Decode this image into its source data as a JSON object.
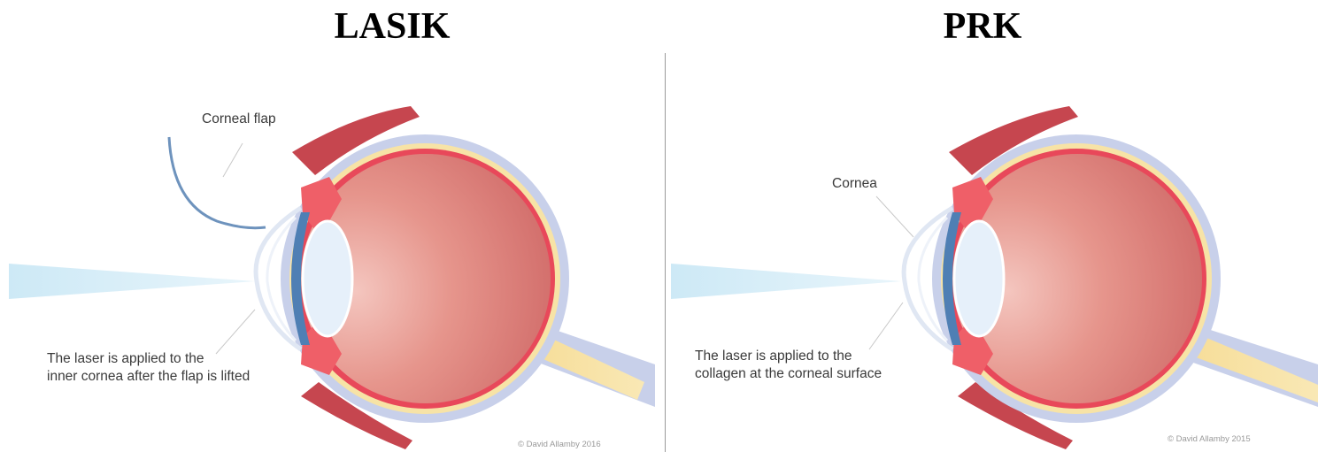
{
  "panels": [
    {
      "title": "LASIK",
      "labels": {
        "flap": "Corneal flap",
        "laser_line1": "The laser is applied to the",
        "laser_line2": "inner cornea after the flap is lifted"
      },
      "credit": "© David Allamby 2016"
    },
    {
      "title": "PRK",
      "labels": {
        "cornea": "Cornea",
        "laser_line1": "The laser is applied to the",
        "laser_line2": "collagen at the corneal surface"
      },
      "credit": "© David Allamby 2015"
    }
  ],
  "colors": {
    "eyeball": "#e0827a",
    "sclera_outer": "#c8d0ea",
    "yellow_layer": "#f7e3a6",
    "red_layer": "#e8485a",
    "muscle": "#c4454d",
    "lens": "#e6f0fa",
    "cornea_blue": "#4f7fb4",
    "flap_line": "#6e93bd",
    "laser": "#bfe3f4"
  }
}
